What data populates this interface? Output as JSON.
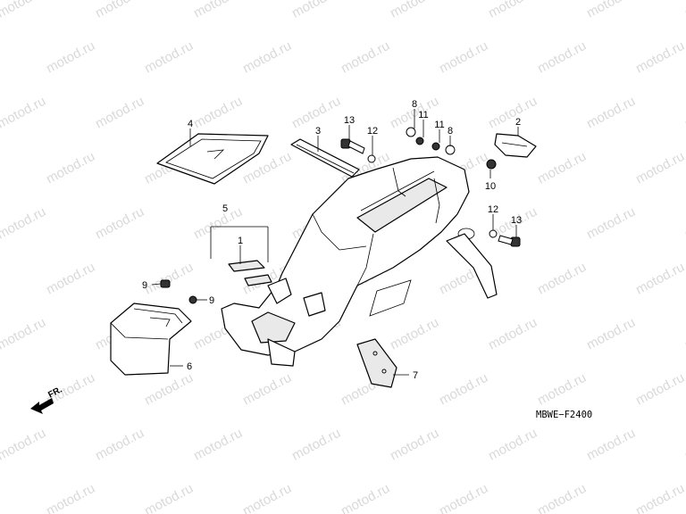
{
  "watermark": "motod.ru",
  "diagram_code": "MBWE−F2400",
  "front_label": "FR.",
  "callouts": [
    "1",
    "2",
    "3",
    "4",
    "5",
    "6",
    "7",
    "8",
    "9",
    "10",
    "11",
    "12",
    "13"
  ],
  "labels": {
    "l4": "4",
    "l3": "3",
    "l13a": "13",
    "l12a": "12",
    "l8a": "8",
    "l11a": "11",
    "l11b": "11",
    "l8b": "8",
    "l2": "2",
    "l10": "10",
    "l12b": "12",
    "l13b": "13",
    "l5": "5",
    "l1": "1",
    "l9a": "9",
    "l9b": "9",
    "l6": "6",
    "l7": "7"
  }
}
